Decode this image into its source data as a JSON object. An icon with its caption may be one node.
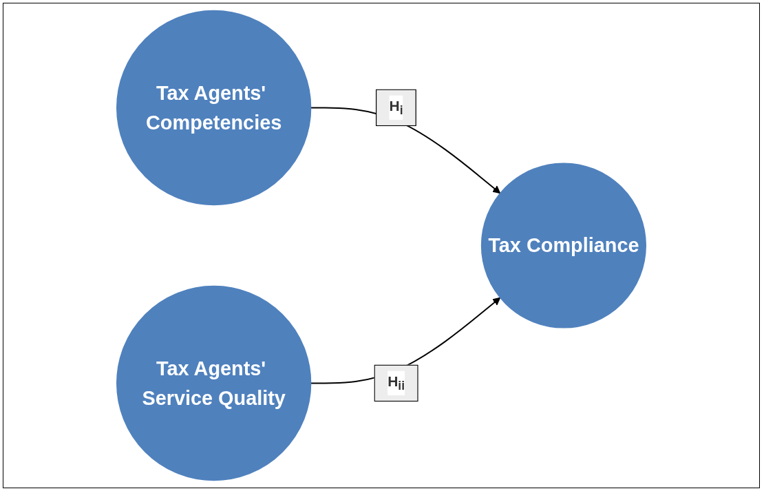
{
  "diagram": {
    "nodes": [
      {
        "text": [
          "Tax Agents' Competencies"
        ]
      },
      {
        "text": [
          "Tax Agents' Service Quality"
        ]
      },
      {
        "text": [
          "Tax Compliance"
        ]
      }
    ],
    "edges": [
      {
        "from": 0,
        "to": 2,
        "arrow": "to",
        "label": "H$_{i}$"
      },
      {
        "from": 1,
        "to": 2,
        "arrow": "to",
        "label": "H$_{ii}$"
      }
    ]
  }
}
